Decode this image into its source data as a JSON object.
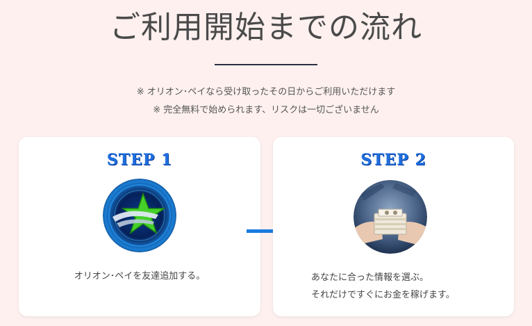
{
  "header": {
    "title": "ご利用開始までの流れ",
    "notes": [
      "※ オリオン･ペイなら受け取ったその日からご利用いただけます",
      "※ 完全無料で始められます、リスクは一切ございません"
    ]
  },
  "steps": [
    {
      "label": "STEP 1",
      "image_icon": "orion-star-logo",
      "text_lines": [
        "オリオン･ペイを友達追加する。"
      ]
    },
    {
      "label": "STEP 2",
      "image_icon": "cash-stack-photo",
      "text_lines": [
        "あなたに合った情報を選ぶ。",
        "それだけですぐにお金を稼げます。"
      ]
    }
  ],
  "colors": {
    "page_background": "#fdf0ef",
    "step_label": "#1f6fe0",
    "arrow": "#1a7be0",
    "title_rule": "#2b2f45"
  }
}
